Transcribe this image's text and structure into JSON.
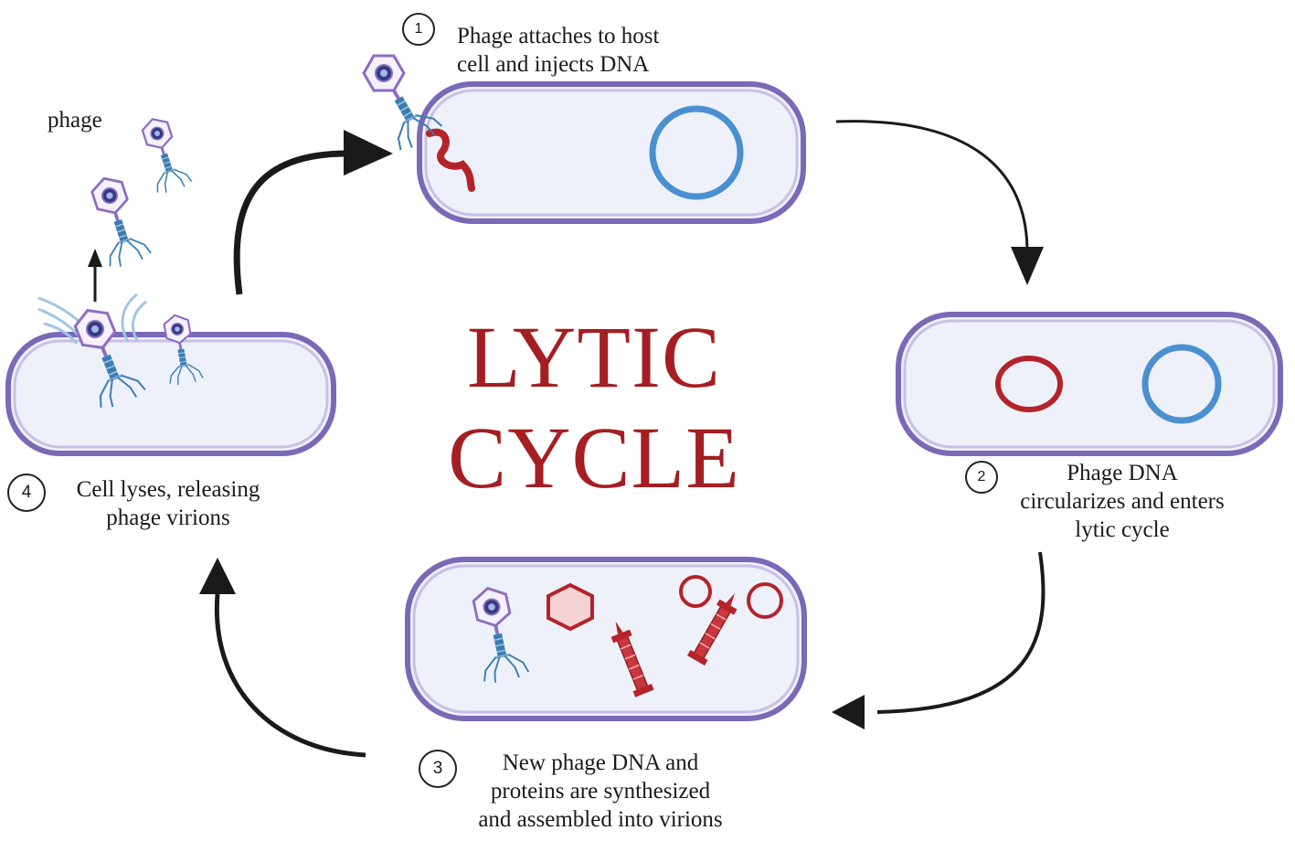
{
  "title": {
    "line1": "LYTIC",
    "line2": "CYCLE"
  },
  "phage_label": "phage",
  "steps": [
    {
      "number": "1",
      "lines": [
        "Phage attaches to host",
        "cell and injects DNA"
      ]
    },
    {
      "number": "2",
      "lines": [
        "Phage DNA",
        "circularizes and enters",
        "lytic cycle"
      ]
    },
    {
      "number": "3",
      "lines": [
        "New phage DNA and",
        "proteins are synthesized",
        "and assembled into virions"
      ]
    },
    {
      "number": "4",
      "lines": [
        "Cell lyses, releasing",
        "phage virions"
      ]
    }
  ],
  "colors": {
    "title": "#a41e22",
    "cell_fill": "#eef1fa",
    "cell_outer": "#7b68b6",
    "cell_inner": "#c9bfe6",
    "host_dna": "#4a90d0",
    "phage_dna": "#b5232a",
    "phage_head": "#8e6cc0",
    "phage_tail": "#3b7db0",
    "arrow": "#1a1a1a"
  },
  "icons": [
    "phage-icon",
    "host-plasmid-icon",
    "phage-dna-icon",
    "capsid-icon",
    "tail-icon",
    "release-waves-icon"
  ]
}
